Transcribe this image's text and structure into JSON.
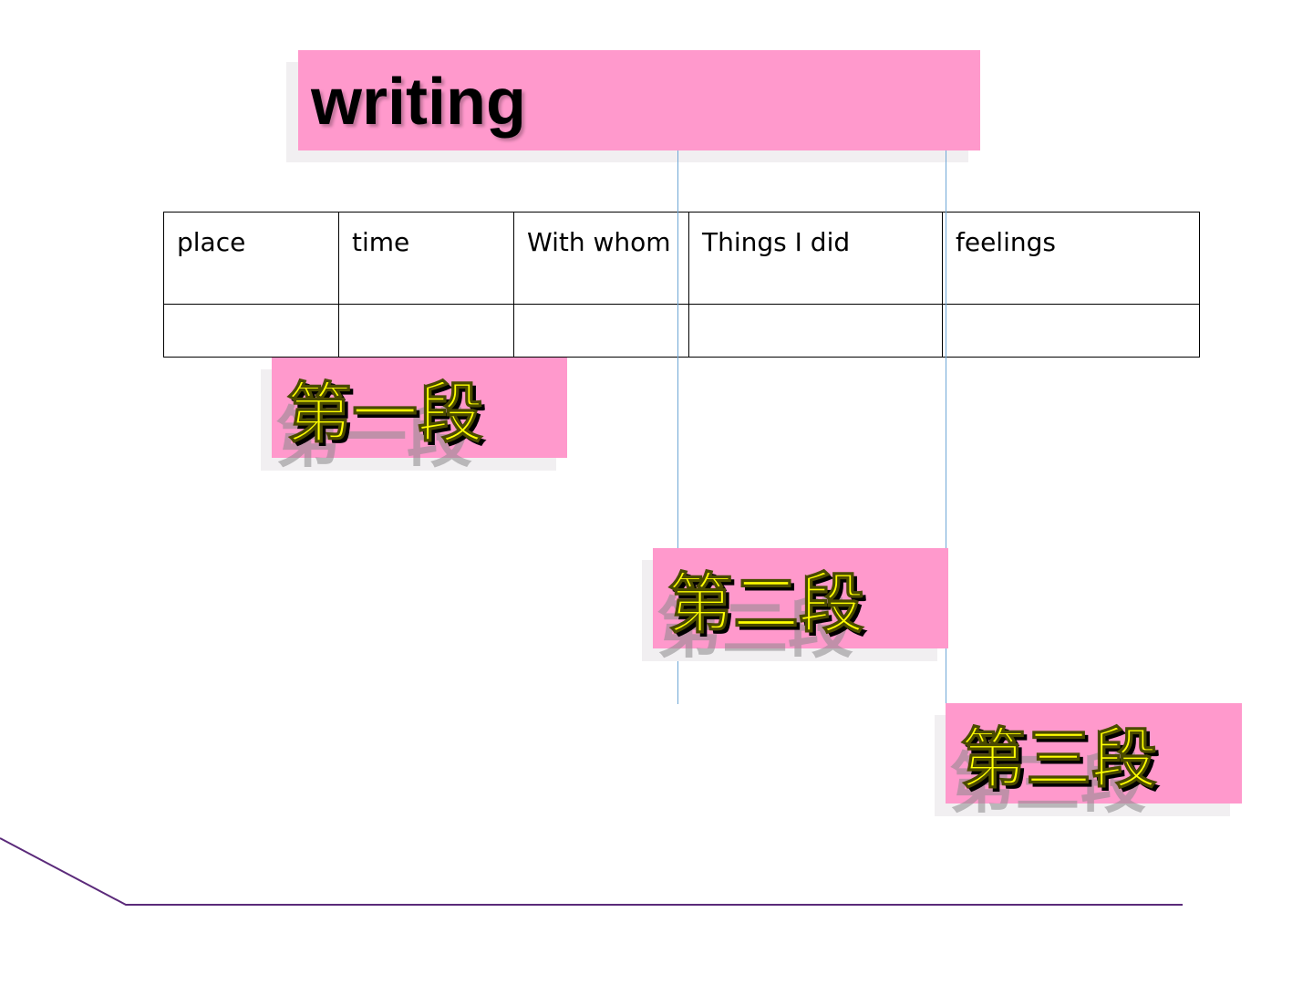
{
  "title": "writing",
  "table": {
    "headers": [
      "place",
      "time",
      "With whom",
      "Things I did",
      "feelings"
    ],
    "rows": [
      [
        "",
        "",
        "",
        "",
        ""
      ]
    ]
  },
  "sections": [
    {
      "label": "第一段"
    },
    {
      "label": "第二段"
    },
    {
      "label": "第三段"
    }
  ],
  "colors": {
    "box_fill": "#ff99cc",
    "section_text": "#ffff00",
    "guide_line": "#6fa7d6",
    "deco_line": "#5b2a7a"
  }
}
